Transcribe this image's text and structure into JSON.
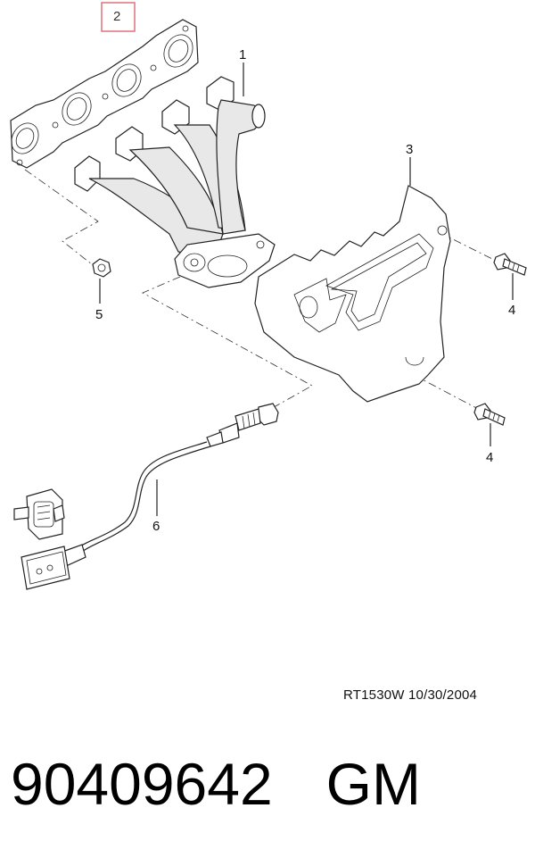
{
  "diagram": {
    "callouts": {
      "c1": "1",
      "c2": "2",
      "c3": "3",
      "c4a": "4",
      "c4b": "4",
      "c5": "5",
      "c6": "6"
    },
    "highlight_color": "#e0707a",
    "drawing_code": "RT1530W  10/30/2004"
  },
  "footer": {
    "part_number": "90409642",
    "brand": "GM"
  }
}
